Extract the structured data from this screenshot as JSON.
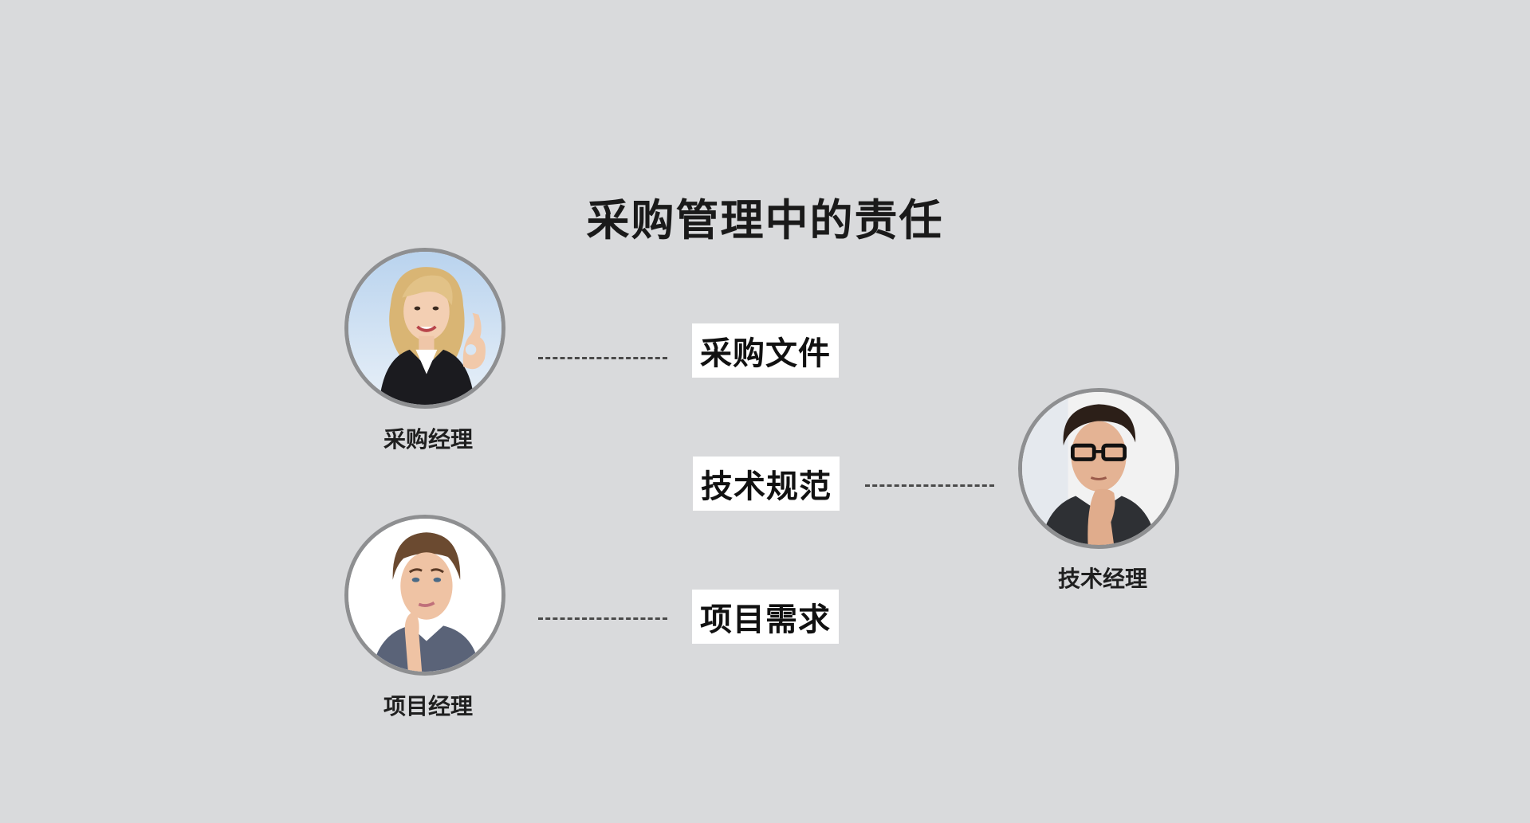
{
  "title": "采购管理中的责任",
  "roles": {
    "procurement_manager": "采购经理",
    "project_manager": "项目经理",
    "technical_manager": "技术经理"
  },
  "documents": {
    "procurement_docs": "采购文件",
    "technical_specs": "技术规范",
    "project_requirements": "项目需求"
  },
  "colors": {
    "background": "#d9dadc",
    "avatar_ring": "#8e8f91",
    "connector": "#4a4a4a",
    "box": "#ffffff"
  }
}
